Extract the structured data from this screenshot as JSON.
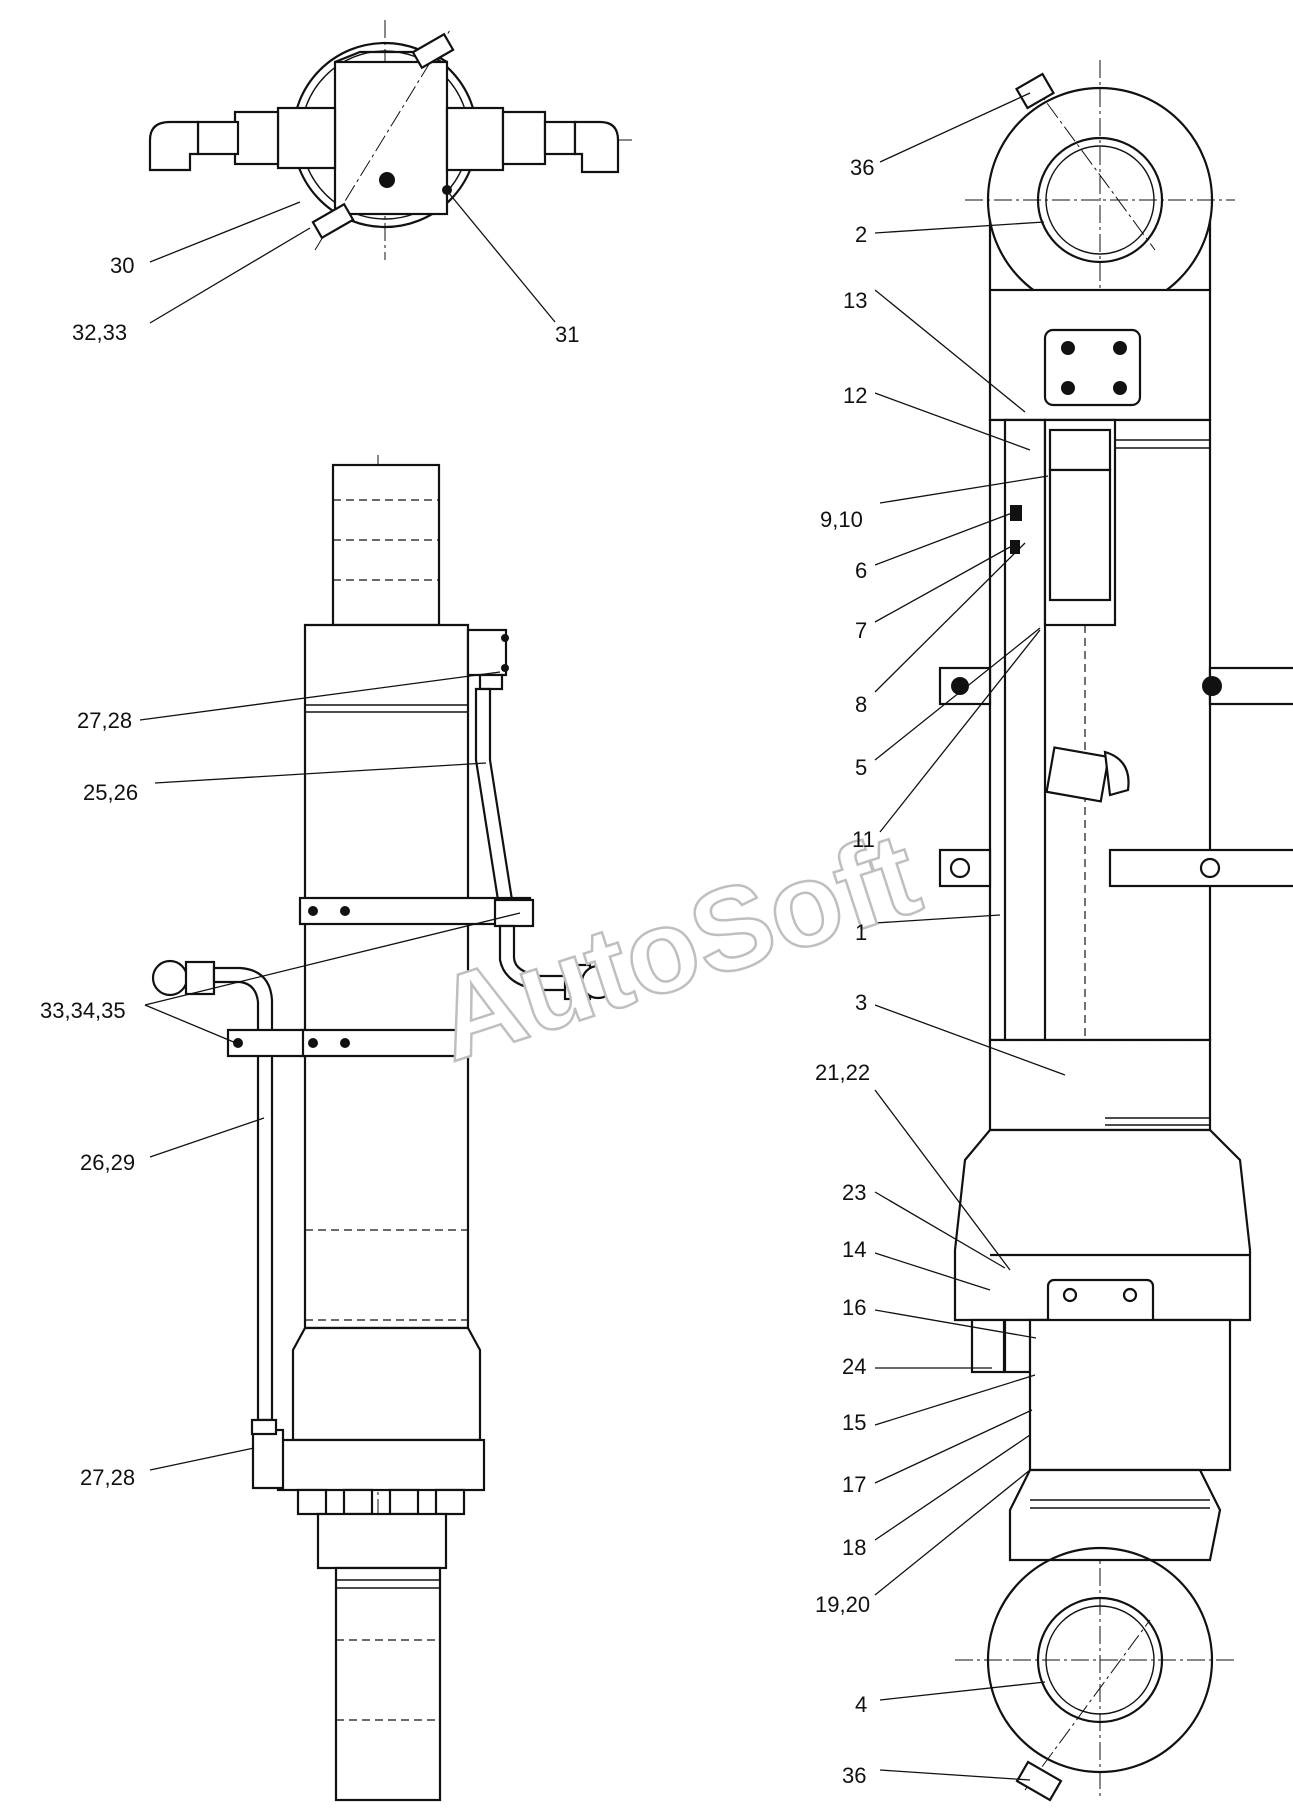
{
  "watermark": "AutoSoft",
  "labels": {
    "top_view": [
      "30",
      "32,33",
      "31"
    ],
    "left_view": [
      "27,28",
      "25,26",
      "33,34,35",
      "26,29",
      "27,28"
    ],
    "right_view": [
      "36",
      "2",
      "13",
      "12",
      "9,10",
      "6",
      "7",
      "8",
      "5",
      "11",
      "1",
      "3",
      "21,22",
      "23",
      "14",
      "16",
      "24",
      "15",
      "17",
      "18",
      "19,20",
      "4",
      "36"
    ]
  }
}
